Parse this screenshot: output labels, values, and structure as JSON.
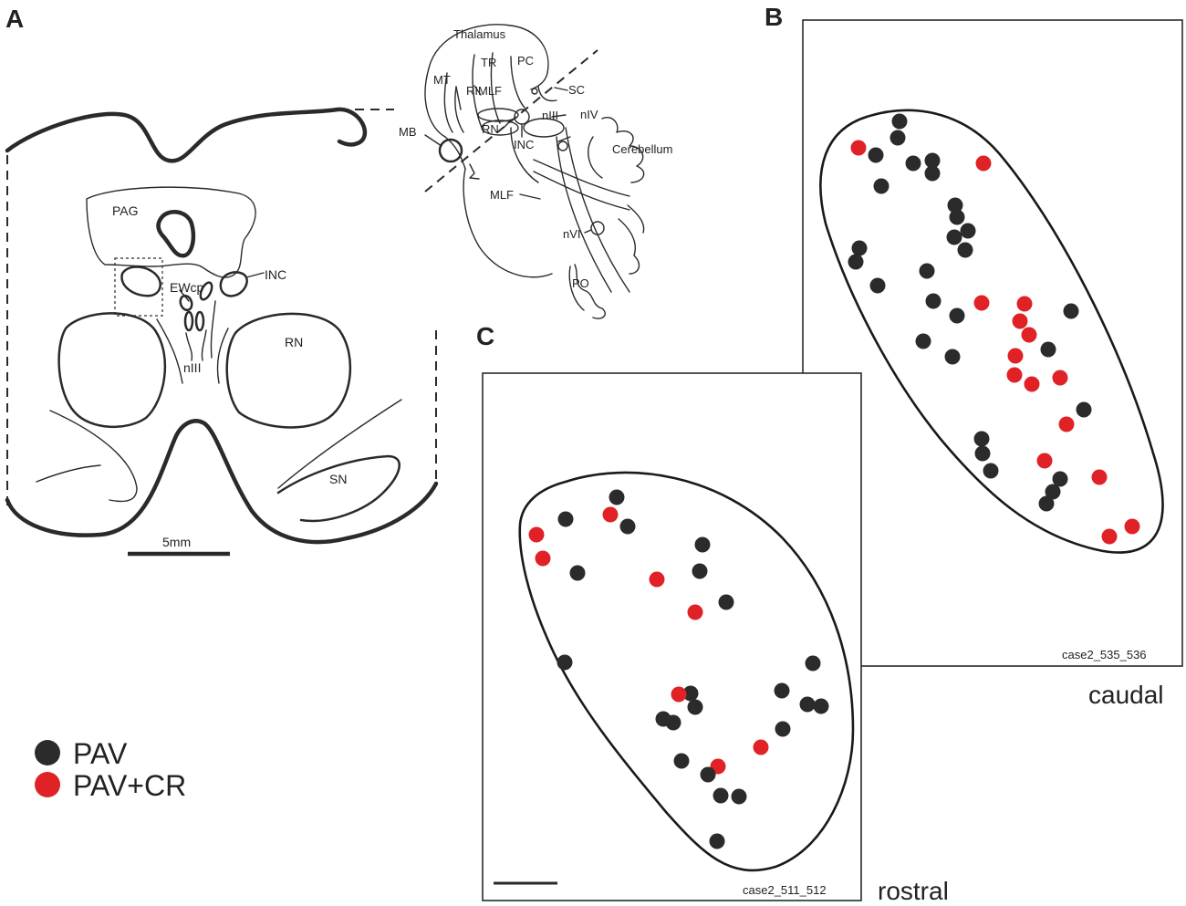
{
  "panels": {
    "a": "A",
    "b": "B",
    "c": "C"
  },
  "panel_a": {
    "labels": {
      "pag": "PAG",
      "ewcp": "EWcp",
      "inc": "INC",
      "rn": "RN",
      "niii": "nIII",
      "sn": "SN"
    },
    "scale_bar": "5mm"
  },
  "inset": {
    "labels": {
      "thalamus": "Thalamus",
      "tr": "TR",
      "pc": "PC",
      "mt": "MT",
      "rimlf": "RIMLF",
      "sc": "SC",
      "mb": "MB",
      "rn": "RN",
      "niii": "nIII",
      "niv": "nIV",
      "inc": "INC",
      "cerebellum": "Cerebellum",
      "mlf": "MLF",
      "nvi": "nVI",
      "po": "PO"
    }
  },
  "panel_b": {
    "case_label": "case2_535_536",
    "direction": "caudal"
  },
  "panel_c": {
    "case_label": "case2_511_512",
    "direction": "rostral"
  },
  "legend": {
    "items": [
      {
        "label": "PAV",
        "color": "#2b2b2b"
      },
      {
        "label": "PAV+CR",
        "color": "#e02226"
      }
    ]
  },
  "colors": {
    "pav": "#2b2b2b",
    "pav_cr": "#e02226"
  }
}
